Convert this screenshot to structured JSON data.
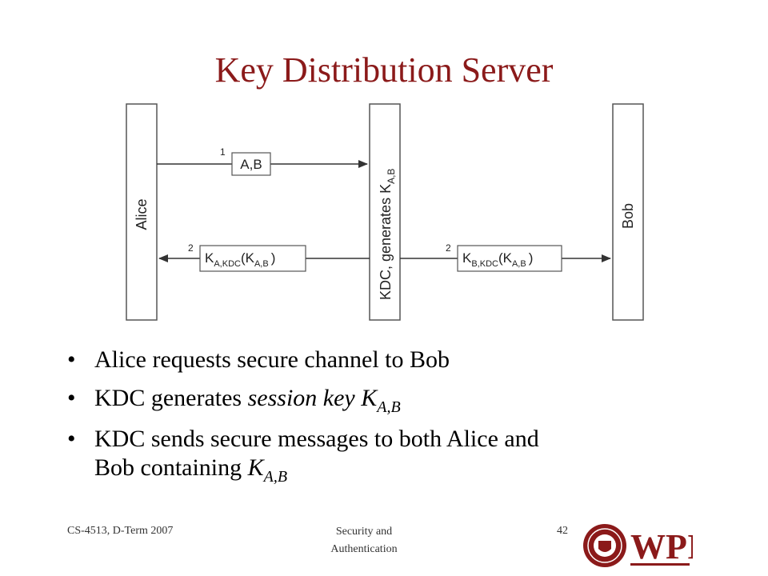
{
  "slide": {
    "title": "Key Distribution Server"
  },
  "diagram": {
    "parties": {
      "alice": "Alice",
      "kdc_prefix": "KDC, generates K",
      "kdc_sub": "A,B",
      "bob": "Bob"
    },
    "messages": {
      "m1_number": "1",
      "m1_label": "A,B",
      "m2a_number": "2",
      "m2a_key": "K",
      "m2a_key_sub": "A,KDC",
      "m2a_inner": "(K",
      "m2a_inner_sub": "A,B",
      "m2a_close": ")",
      "m2b_number": "2",
      "m2b_key": "K",
      "m2b_key_sub": "B,KDC",
      "m2b_inner": "(K",
      "m2b_inner_sub": "A,B",
      "m2b_close": ")"
    }
  },
  "bullets": {
    "b1": "Alice requests secure channel to Bob",
    "b2_prefix": "KDC generates ",
    "b2_italic": "session key K",
    "b2_sub": "A,B",
    "b3_line1": "KDC sends secure messages to both Alice and",
    "b3_line2": "Bob containing ",
    "b3_italic": "K",
    "b3_sub": "A,B"
  },
  "footer": {
    "course": "CS-4513, D-Term 2007",
    "topic_line1": "Security and",
    "topic_line2": "Authentication",
    "page": "42",
    "logo_text": "WPI"
  }
}
